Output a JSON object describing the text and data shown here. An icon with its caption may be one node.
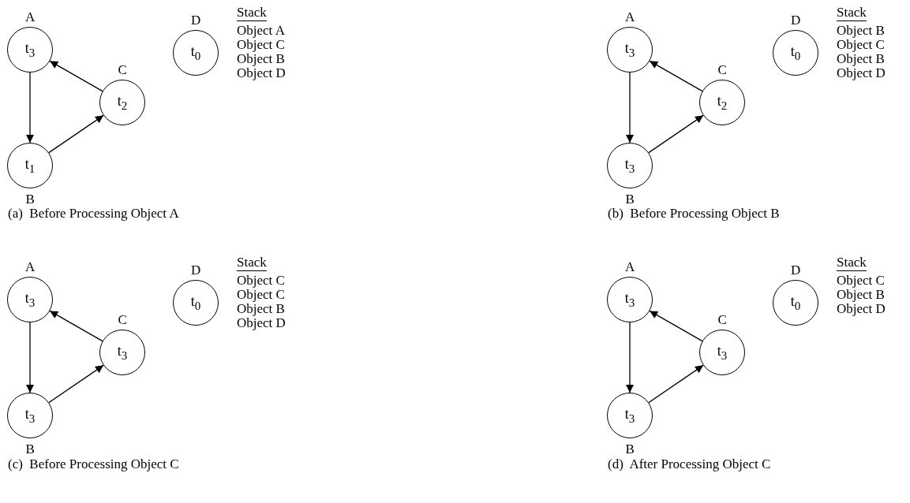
{
  "diagram": {
    "nodes": [
      {
        "text": [
          "t$_{3}$"
        ],
        "beside": [
          "A"
        ]
      },
      {
        "text": [
          "t$_{0}$"
        ],
        "beside": [
          "D"
        ]
      },
      {
        "text": [
          "t$_{2}$"
        ],
        "beside": [
          "C"
        ]
      },
      {
        "text": [
          "t$_{1}$"
        ],
        "beside": [
          "B"
        ]
      },
      {
        "text": [
          "t$_{3}$"
        ],
        "beside": [
          "A"
        ]
      },
      {
        "text": [
          "t$_{0}$"
        ],
        "beside": [
          "D"
        ]
      },
      {
        "text": [
          "t$_{2}$"
        ],
        "beside": [
          "C"
        ]
      },
      {
        "text": [
          "t$_{3}$"
        ],
        "beside": [
          "B"
        ]
      },
      {
        "text": [
          "t$_{3}$"
        ],
        "beside": [
          "A"
        ]
      },
      {
        "text": [
          "t$_{0}$"
        ],
        "beside": [
          "D"
        ]
      },
      {
        "text": [
          "t$_{3}$"
        ],
        "beside": [
          "C"
        ]
      },
      {
        "text": [
          "t$_{3}$"
        ],
        "beside": [
          "B"
        ]
      },
      {
        "text": [
          "t$_{3}$"
        ],
        "beside": [
          "A"
        ]
      },
      {
        "text": [
          "t$_{0}$"
        ],
        "beside": [
          "D"
        ]
      },
      {
        "text": [
          "t$_{3}$"
        ],
        "beside": [
          "C"
        ]
      },
      {
        "text": [
          "t$_{3}$"
        ],
        "beside": [
          "B"
        ]
      }
    ],
    "edges": [
      {
        "from": 0,
        "to": 3,
        "arrow": "to"
      },
      {
        "from": 3,
        "to": 2,
        "arrow": "to"
      },
      {
        "from": 2,
        "to": 0,
        "arrow": "to"
      },
      {
        "from": 4,
        "to": 7,
        "arrow": "to"
      },
      {
        "from": 7,
        "to": 6,
        "arrow": "to"
      },
      {
        "from": 6,
        "to": 4,
        "arrow": "to"
      },
      {
        "from": 8,
        "to": 11,
        "arrow": "to"
      },
      {
        "from": 11,
        "to": 10,
        "arrow": "to"
      },
      {
        "from": 10,
        "to": 8,
        "arrow": "to"
      },
      {
        "from": 12,
        "to": 15,
        "arrow": "to"
      },
      {
        "from": 15,
        "to": 14,
        "arrow": "to"
      },
      {
        "from": 14,
        "to": 12,
        "arrow": "to"
      }
    ],
    "labels": [
      "Stack",
      "Object A",
      "Object C",
      "Object B",
      "Object D",
      "Stack",
      "Object B",
      "Object C",
      "Object B",
      "Object D",
      "(a)  Before Processing Object A",
      "(b)  Before Processing Object B",
      "Stack",
      "Object C",
      "Object C",
      "Object B",
      "Object D",
      "Stack",
      "Object C",
      "Object B",
      "Object D",
      "(c)  Before Processing Object C",
      "(d)  After Processing Object C"
    ]
  }
}
